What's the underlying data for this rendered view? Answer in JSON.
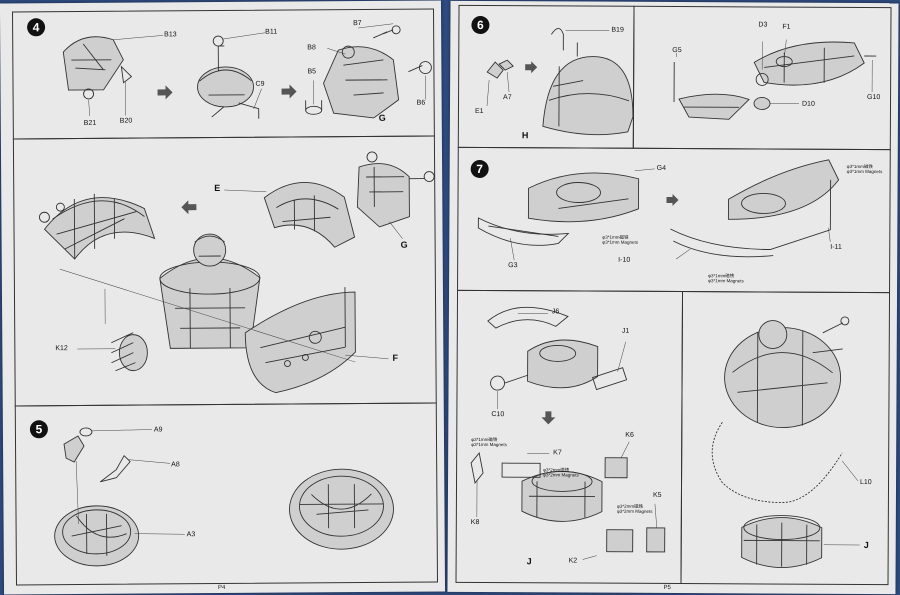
{
  "left_page": {
    "page_number": "P4",
    "steps": [
      {
        "number": "4",
        "labels": [
          "B13",
          "B11",
          "B7",
          "B8",
          "B5",
          "B6",
          "C9",
          "B21",
          "B20",
          "G"
        ]
      },
      {
        "labels": [
          "E",
          "G",
          "K12",
          "F"
        ]
      },
      {
        "number": "5",
        "labels": [
          "A9",
          "A8",
          "A3"
        ]
      }
    ]
  },
  "right_page": {
    "page_number": "P5",
    "steps": [
      {
        "number": "6",
        "labels": [
          "B19",
          "E1",
          "A7",
          "H"
        ]
      },
      {
        "labels": [
          "D3",
          "F1",
          "G5",
          "G10",
          "D10"
        ]
      },
      {
        "number": "7",
        "labels": [
          "G4",
          "G3",
          "I-10",
          "I-11"
        ],
        "magnets": [
          {
            "line1": "φ3*1mm磁铁",
            "line2": "φ3*1mm Magnets"
          },
          {
            "line1": "φ3*1mm磁铁",
            "line2": "φ3*1mm Magnets"
          },
          {
            "line1": "φ3*1mm磁铁",
            "line2": "φ3*1mm Magnets"
          }
        ]
      },
      {
        "labels": [
          "J6",
          "J1",
          "C10",
          "K7",
          "K6",
          "K8",
          "K5",
          "K2",
          "J"
        ],
        "magnets": [
          {
            "line1": "φ3*1mm磁铁",
            "line2": "φ3*1mm Magnets"
          },
          {
            "line1": "φ3*2mm磁铁",
            "line2": "φ3*2mm Magnets"
          },
          {
            "line1": "φ3*2mm磁铁",
            "line2": "φ3*2mm Magnets"
          }
        ]
      },
      {
        "labels": [
          "L10",
          "J"
        ]
      }
    ]
  },
  "colors": {
    "background": "#2e4a7e",
    "paper": "#e9e9ea",
    "ink": "#333333"
  }
}
